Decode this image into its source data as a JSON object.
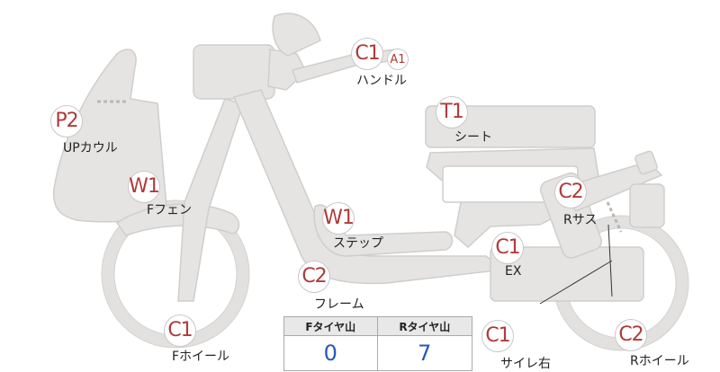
{
  "parts": [
    {
      "id": "handle",
      "code": "C1",
      "label": "ハンドル"
    },
    {
      "id": "handle2",
      "code": "A1",
      "label": ""
    },
    {
      "id": "upcowl",
      "code": "P2",
      "label": "UPカウル"
    },
    {
      "id": "seat",
      "code": "T1",
      "label": "シート"
    },
    {
      "id": "ffender",
      "code": "W1",
      "label": "Fフェン"
    },
    {
      "id": "step",
      "code": "W1",
      "label": "ステップ"
    },
    {
      "id": "rsus",
      "code": "C2",
      "label": "Rサス"
    },
    {
      "id": "ex",
      "code": "C1",
      "label": "EX"
    },
    {
      "id": "frame",
      "code": "C2",
      "label": "フレーム"
    },
    {
      "id": "fwheel",
      "code": "C1",
      "label": "Fホイール"
    },
    {
      "id": "muffler",
      "code": "C1",
      "label": "サイレ右"
    },
    {
      "id": "rwheel",
      "code": "C2",
      "label": "Rホイール"
    }
  ],
  "tires": {
    "front_header": "Fタイヤ山",
    "rear_header": "Rタイヤ山",
    "front_value": "0",
    "rear_value": "7"
  }
}
